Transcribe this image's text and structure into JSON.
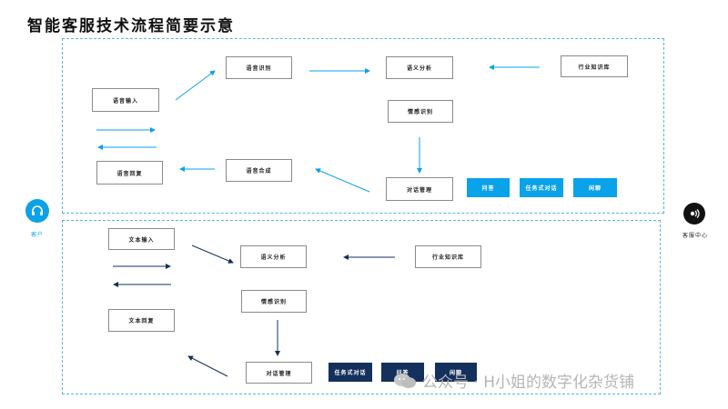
{
  "title": "智能客服技术流程简要示意",
  "actors": {
    "customer": "客户",
    "service_center": "客服中心"
  },
  "voice": {
    "speech_input": "语音输入",
    "speech_recognition": "语音识别",
    "semantic_analysis": "语义分析",
    "industry_kb": "行业知识库",
    "emotion_recognition": "情感识别",
    "dialog_management": "对话管理",
    "speech_synthesis": "语音合成",
    "voice_reply": "语音回复",
    "tags": [
      "问答",
      "任务式对话",
      "闲聊"
    ]
  },
  "text": {
    "text_input": "文本输入",
    "semantic_analysis": "语义分析",
    "industry_kb": "行业知识库",
    "emotion_recognition": "情感识别",
    "dialog_management": "对话管理",
    "text_reply": "文本回复",
    "tags": [
      "任务式对话",
      "问答",
      "闲聊"
    ]
  },
  "colors": {
    "cyan": "#0aa2e8",
    "navy": "#14305c",
    "dashed_border": "#5ab4dc",
    "customer_icon": "#0aa2e8",
    "service_icon": "#111111"
  },
  "watermark": "公众号 · H小姐的数字化杂货铺"
}
